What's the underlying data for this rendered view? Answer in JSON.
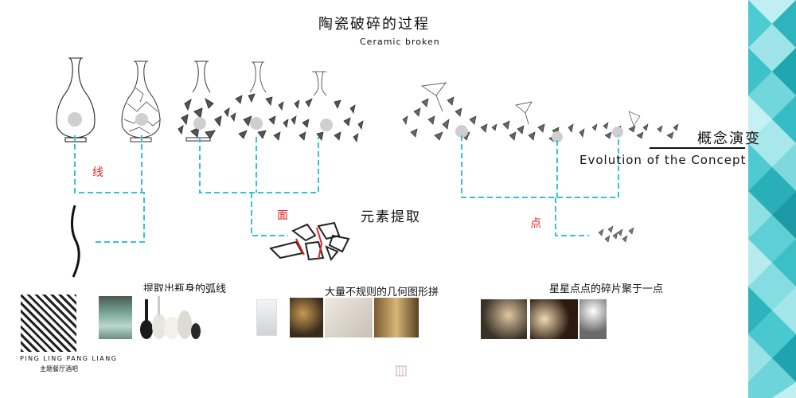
{
  "header": {
    "title": "陶瓷破碎的过程",
    "subtitle": "Ceramic broken"
  },
  "labels": {
    "line": "线",
    "surface": "面",
    "point": "点",
    "extraction": "元素提取"
  },
  "concept": {
    "cn": "概念演变",
    "en": "Evolution of the Concept"
  },
  "captions": {
    "arc": "提取出瓶身的弧线",
    "geometry": "大量不规则的几何图形拼",
    "stars": "星星点点的碎片聚于一点"
  },
  "brand": {
    "name": "PING LING PANG LIANG",
    "sub": "主题餐厅酒吧"
  },
  "colors": {
    "accent_line": "#35c3d3",
    "label_red": "#e02424",
    "triangle_teal": "#3fc7cf",
    "triangle_light": "#8ee0e4"
  },
  "icons": [
    "vase-icon",
    "fragment-cluster-icon",
    "brand-logo-icon"
  ]
}
